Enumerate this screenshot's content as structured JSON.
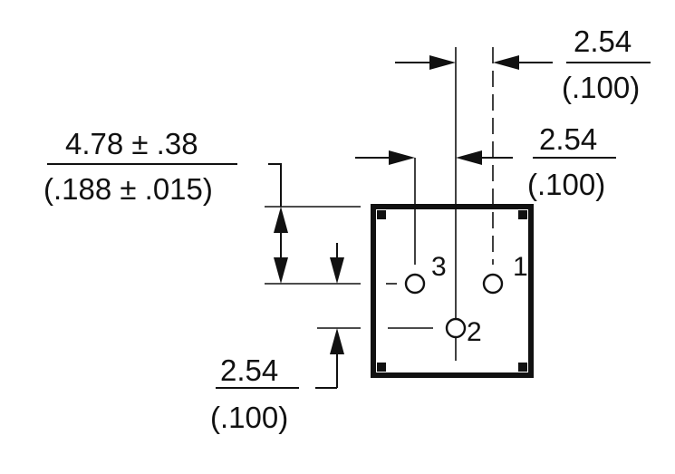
{
  "dimensions": {
    "top_pitch": {
      "mm": "2.54",
      "inch": "(.100)"
    },
    "offset": {
      "mm": "4.78 ± .38",
      "inch": "(.188 ± .015)"
    },
    "right_pitch": {
      "mm": "2.54",
      "inch": "(.100)"
    },
    "bottom_pitch": {
      "mm": "2.54",
      "inch": "(.100)"
    }
  },
  "pins": {
    "pin1": "1",
    "pin2": "2",
    "pin3": "3"
  }
}
